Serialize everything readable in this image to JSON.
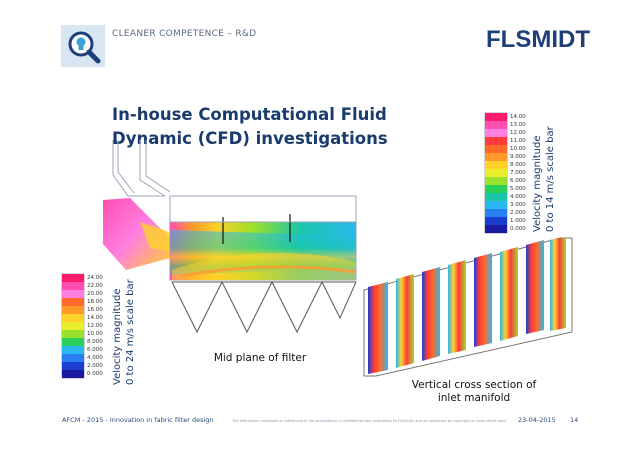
{
  "header": {
    "section": "CLEANER COMPETENCE – R&D",
    "brand": "FLSMIDTH"
  },
  "slide": {
    "title_line1": "In-house Computational Fluid",
    "title_line2": "Dynamic (CFD) investigations"
  },
  "scale_top": {
    "values": [
      "14.00",
      "13.00",
      "12.00",
      "11.00",
      "10.00",
      "9.000",
      "8.000",
      "7.000",
      "6.000",
      "5.000",
      "4.000",
      "3.000",
      "2.000",
      "1.000",
      "0.000"
    ],
    "label_line1": "Velocity magnitude",
    "label_line2": "0 to 14 m/s scale bar"
  },
  "scale_left": {
    "values": [
      "24.00",
      "22.00",
      "20.00",
      "18.00",
      "16.00",
      "14.00",
      "12.00",
      "10.00",
      "8.000",
      "6.000",
      "4.000",
      "2.000",
      "0.000"
    ],
    "label_line1": "Velocity magnitude",
    "label_line2": "0 to 24 m/s scale bar"
  },
  "captions": {
    "mid_plane": "Mid plane of filter",
    "cross_section_line1": "Vertical cross section of",
    "cross_section_line2": "inlet manifold"
  },
  "footer": {
    "left": "AFCM - 2015 - Innovation in fabric filter design",
    "disclaimer": "The information contained or referenced in this presentation is confidential and proprietary to FLSmidth and are protected by copyright or trade secret laws.",
    "date": "23-04-2015",
    "page": "14"
  },
  "colors": {
    "scale": [
      "#ff1a6e",
      "#ff4fb0",
      "#ff7fe0",
      "#ff3b3b",
      "#ff6a2a",
      "#ff9a2a",
      "#ffd12a",
      "#e8ef2a",
      "#9be02a",
      "#2ad05a",
      "#19c7a8",
      "#2ab8f0",
      "#2a7ff0",
      "#1a3fd0",
      "#1a1aa0"
    ],
    "brand_blue": "#1f3f7a",
    "title": "#1a3b6d"
  },
  "icons": [
    "magnifier-lightbulb-icon",
    "flsmidth-logo"
  ]
}
